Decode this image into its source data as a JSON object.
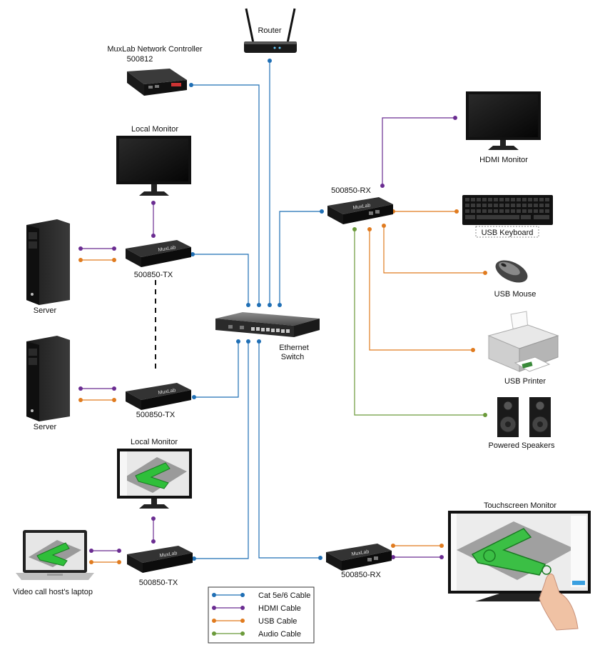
{
  "labels": {
    "router": "Router",
    "controller_line1": "MuxLab Network Controller",
    "controller_line2": "500812",
    "local_monitor_top": "Local Monitor",
    "server1": "Server",
    "server2": "Server",
    "tx1": "500850-TX",
    "tx2": "500850-TX",
    "local_monitor_bottom": "Local Monitor",
    "laptop": "Video call host's laptop",
    "tx3": "500850-TX",
    "ethernet_line1": "Ethernet",
    "ethernet_line2": "Switch",
    "rx_top": "500850-RX",
    "hdmi_monitor": "HDMI Monitor",
    "usb_keyboard": "USB Keyboard",
    "usb_mouse": "USB Mouse",
    "usb_printer": "USB Printer",
    "powered_speakers": "Powered Speakers",
    "touchscreen_monitor": "Touchscreen Monitor",
    "rx_bottom": "500850-RX",
    "brand": "MuxLab"
  },
  "legend": [
    {
      "label": "Cat 5e/6 Cable",
      "color": "#1f6fb5"
    },
    {
      "label": "HDMI Cable",
      "color": "#6a2c91"
    },
    {
      "label": "USB Cable",
      "color": "#e07b1f"
    },
    {
      "label": "Audio Cable",
      "color": "#6b9a3a"
    }
  ],
  "colors": {
    "cat": "#1f6fb5",
    "hdmi": "#6a2c91",
    "usb": "#e07b1f",
    "audio": "#6b9a3a"
  }
}
